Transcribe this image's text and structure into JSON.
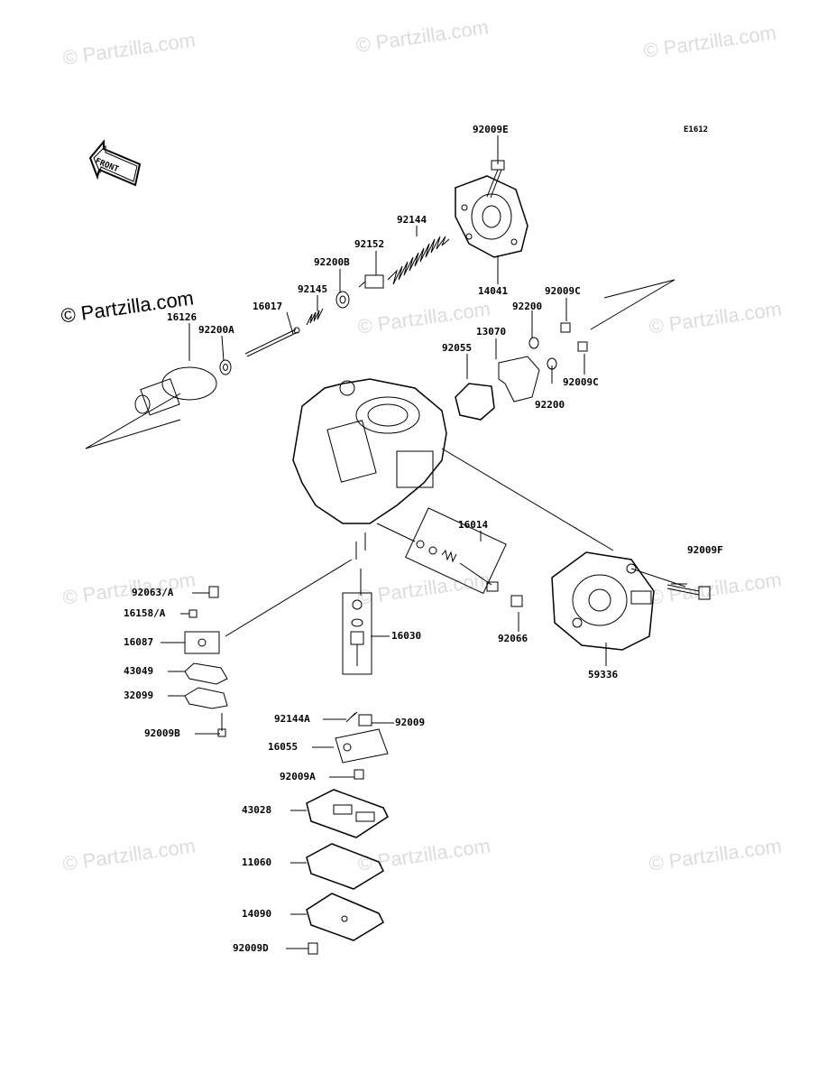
{
  "watermark": "© Partzilla.com",
  "brand": "© Partzilla.com",
  "diagram_code": "E1612",
  "front_label": "FRONT",
  "parts": {
    "p92009E": "92009E",
    "p92144": "92144",
    "p92152": "92152",
    "p92200B": "92200B",
    "p92145": "92145",
    "p16017": "16017",
    "p16126": "16126",
    "p92200A": "92200A",
    "p14041": "14041",
    "p92009C_1": "92009C",
    "p92200_1": "92200",
    "p13070": "13070",
    "p92055": "92055",
    "p92009C_2": "92009C",
    "p92200_2": "92200",
    "p16014": "16014",
    "p92009F": "92009F",
    "p92063A": "92063/A",
    "p16158A": "16158/A",
    "p16087": "16087",
    "p16030": "16030",
    "p92066": "92066",
    "p43049": "43049",
    "p32099": "32099",
    "p92009": "92009",
    "p59336": "59336",
    "p92009B": "92009B",
    "p92144A": "92144A",
    "p16055": "16055",
    "p92009A": "92009A",
    "p43028": "43028",
    "p11060": "11060",
    "p14090": "14090",
    "p92009D": "92009D"
  }
}
